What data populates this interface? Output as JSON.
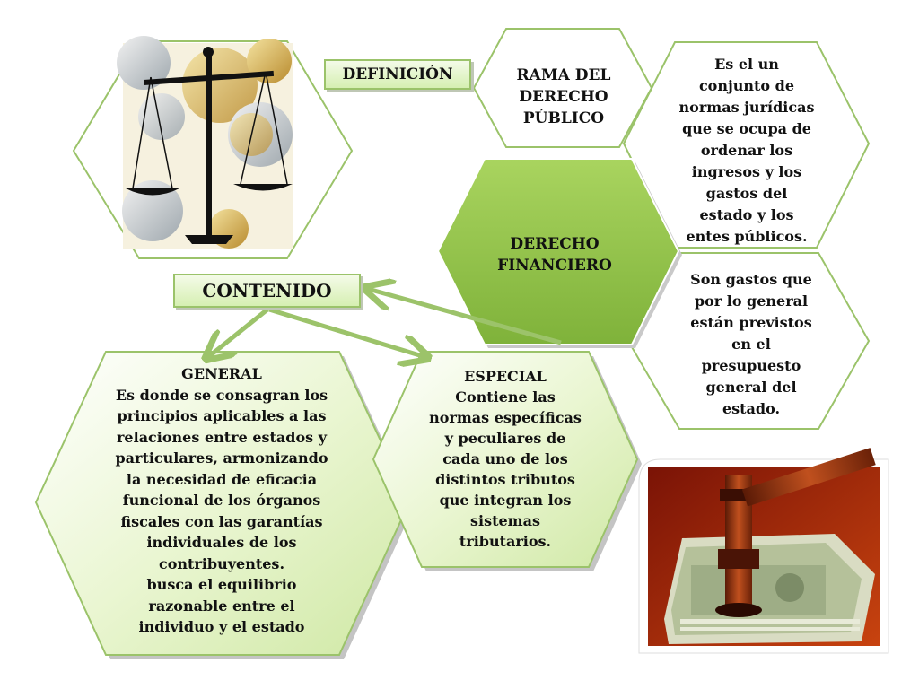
{
  "nodes": {
    "definicion_label": "DEFINICIÓN",
    "contenido_label": "CONTENIDO",
    "rama": [
      "RAMA DEL",
      "DERECHO",
      "PÚBLICO"
    ],
    "derecho_financiero": [
      "DERECHO",
      "FINANCIERO"
    ],
    "definicion": [
      "Es el un",
      "conjunto de",
      "normas jurídicas",
      "que se ocupa de",
      "ordenar los",
      "ingresos y los",
      "gastos  del",
      "estado y los",
      "entes públicos."
    ],
    "gastos": [
      "Son gastos que",
      "por lo general",
      "están previstos",
      "en el",
      "presupuesto",
      "general del",
      "estado."
    ],
    "general": [
      "GENERAL",
      "Es donde se consagran los",
      "principios aplicables a las",
      "relaciones entre estados y",
      "particulares, armonizando",
      "la necesidad de eficacia",
      "funcional de los órganos",
      "fiscales con las garantías",
      "individuales de los",
      "contribuyentes.",
      "busca el equilibrio",
      "razonable entre el",
      "individuo y el estado"
    ],
    "especial": [
      "ESPECIAL",
      "Contiene las",
      "normas específicas",
      "y peculiares de",
      "cada uno de los",
      "distintos tributos",
      "que integran los",
      "sistemas",
      "tributarios."
    ]
  },
  "images": {
    "scales": "scales-of-justice-with-coins-image",
    "gavel": "gavel-on-dollar-bills-image"
  },
  "colors": {
    "hex_border": "#9bc36a",
    "center_fill": "#8cbf3f",
    "light_fill": "#f2f9e4",
    "arrow": "#9cc36a"
  }
}
